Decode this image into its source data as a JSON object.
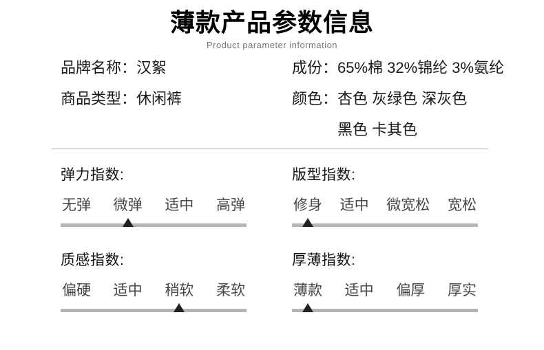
{
  "header": {
    "title": "薄款产品参数信息",
    "subtitle": "Product parameter information"
  },
  "info": {
    "left": [
      {
        "label": "品牌名称：",
        "value": "汉絮"
      },
      {
        "label": "商品类型：",
        "value": "休闲裤"
      }
    ],
    "right": [
      {
        "label": "成份：",
        "value": "65%棉 32%锦纶 3%氨纶"
      },
      {
        "label": "颜色：",
        "value": "杏色 灰绿色 深灰色",
        "value2": "黑色 卡其色"
      }
    ]
  },
  "indexes": [
    {
      "label": "弹力指数:",
      "options": [
        "无弹",
        "微弹",
        "适中",
        "高弹"
      ],
      "selected": 1
    },
    {
      "label": "版型指数:",
      "options": [
        "修身",
        "适中",
        "微宽松",
        "宽松"
      ],
      "selected": 0
    },
    {
      "label": "质感指数:",
      "options": [
        "偏硬",
        "适中",
        "稍软",
        "柔软"
      ],
      "selected": 2
    },
    {
      "label": "厚薄指数:",
      "options": [
        "薄款",
        "适中",
        "偏厚",
        "厚实"
      ],
      "selected": 0
    }
  ],
  "colors": {
    "bar": "#b5b5b5",
    "marker": "#212121",
    "divider": "#adadad",
    "subtitle": "#757575"
  }
}
